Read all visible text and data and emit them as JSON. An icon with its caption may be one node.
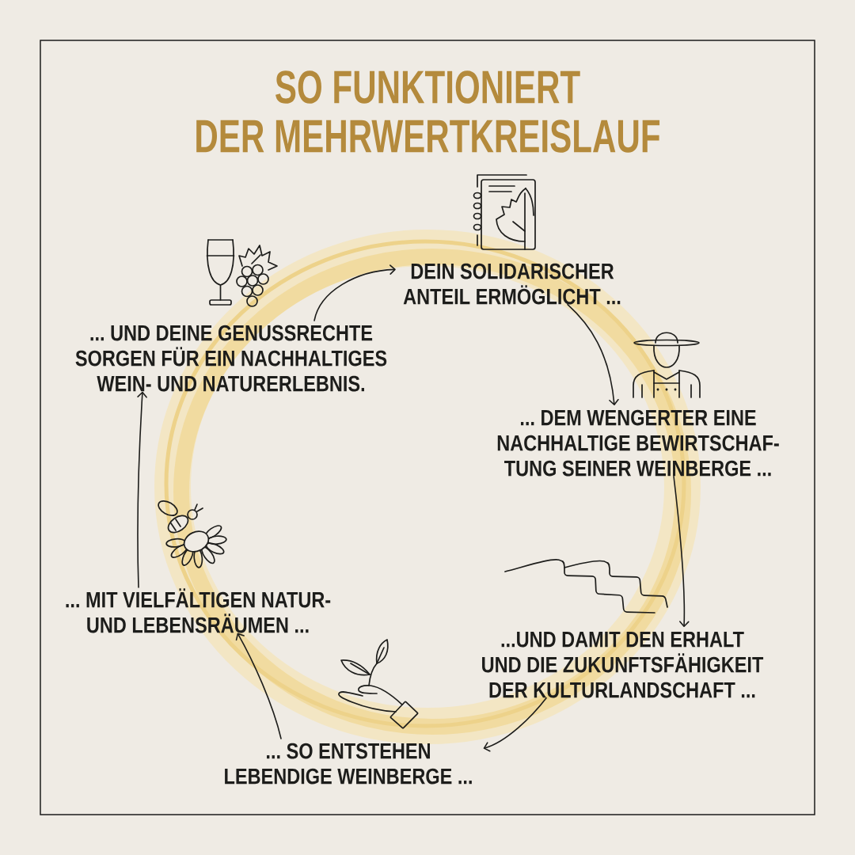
{
  "diagram": {
    "title": "SO FUNKTIONIERT DER MEHRWERTKREISLAUF",
    "nodes": [
      {
        "text": [
          "DEIN SOLIDARISCHER ANTEIL ERMÖGLICHT ..."
        ]
      },
      {
        "text": [
          "... DEM WENGERTER EINE NACHHALTIGE BEWIRTSCHAF- TUNG SEINER WEINBERGE ..."
        ]
      },
      {
        "text": [
          "...UND DAMIT DEN ERHALT UND DIE ZUKUNFTSFÄHIGKEIT DER KULTURLANDSCHAFT ..."
        ]
      },
      {
        "text": [
          "... SO ENTSTEHEN LEBENDIGE WEINBERGE ..."
        ]
      },
      {
        "text": [
          "... MIT VIELFÄLTIGEN NATUR- UND LEBENSRÄUMEN ..."
        ]
      },
      {
        "text": [
          "... UND DEINE GENUSSRECHTE SORGEN FÜR EIN NACHHALTIGES WEIN- UND NATURERLEBNIS."
        ]
      }
    ],
    "edges": [
      {
        "from": 0,
        "to": 1,
        "arrow": "to"
      },
      {
        "from": 1,
        "to": 2,
        "arrow": "to"
      },
      {
        "from": 2,
        "to": 3,
        "arrow": "to"
      },
      {
        "from": 3,
        "to": 4,
        "arrow": "to"
      },
      {
        "from": 4,
        "to": 5,
        "arrow": "to"
      },
      {
        "from": 5,
        "to": 0,
        "arrow": "to"
      }
    ]
  }
}
